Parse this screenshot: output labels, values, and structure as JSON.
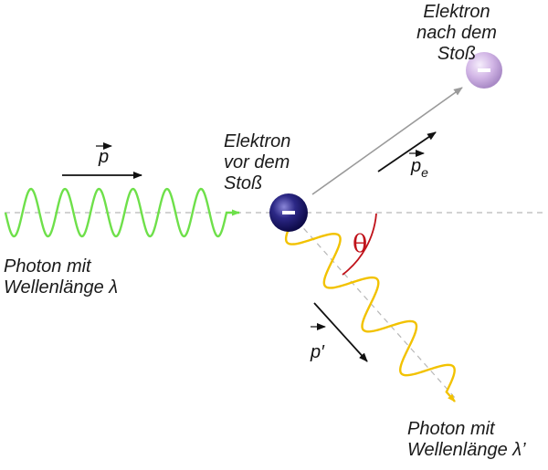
{
  "labels": {
    "photon_in": [
      "Photon mit",
      "Wellenlänge λ"
    ],
    "electron_before": [
      "Elektron",
      "vor dem",
      "Stoß"
    ],
    "electron_after": [
      "Elektron",
      "nach dem",
      "Stoß"
    ],
    "photon_out": [
      "Photon mit",
      "Wellenlänge λ’"
    ]
  },
  "momentum": {
    "incoming": "p",
    "electron": "p",
    "electron_sub": "e",
    "scattered": "p′"
  },
  "angle_symbol": "θ",
  "particle_sign": "−",
  "colors": {
    "incoming_wave": "#6ee04a",
    "scattered_wave": "#f2c200",
    "electron_before": "#1a1670",
    "electron_after": "#c9a8e0",
    "angle_arc": "#c0121a",
    "axis_dashes": "#b8b8b8",
    "electron_path": "#9a9a9a"
  }
}
